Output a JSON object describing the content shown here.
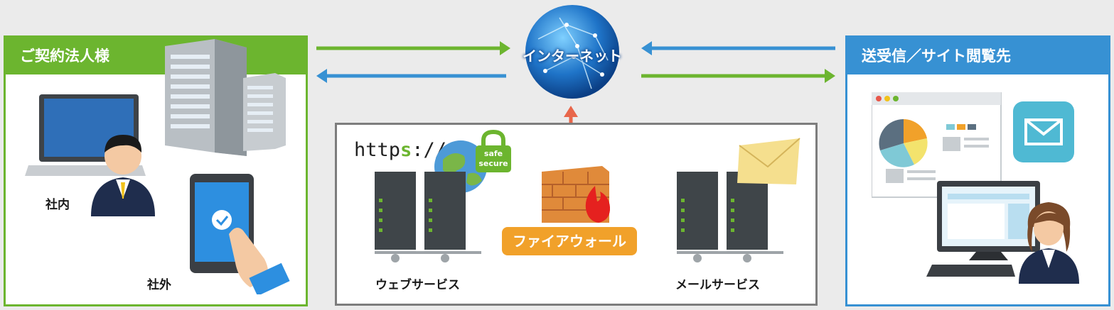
{
  "left_panel": {
    "title": "ご契約法人様",
    "label_inside": "社内",
    "label_outside": "社外"
  },
  "right_panel": {
    "title": "送受信／サイト閲覧先"
  },
  "internet": {
    "label": "インターネット"
  },
  "center": {
    "https_prefix": "http",
    "https_s": "s",
    "https_suffix": "://",
    "lock_line1": "safe",
    "lock_line2": "secure",
    "firewall_label": "ファイアウォール",
    "web_service_label": "ウェブサービス",
    "mail_service_label": "メールサービス"
  },
  "colors": {
    "green": "#6cb52f",
    "blue": "#3791d3",
    "orange": "#f1a12a",
    "arrow_orange": "#e8664a"
  }
}
